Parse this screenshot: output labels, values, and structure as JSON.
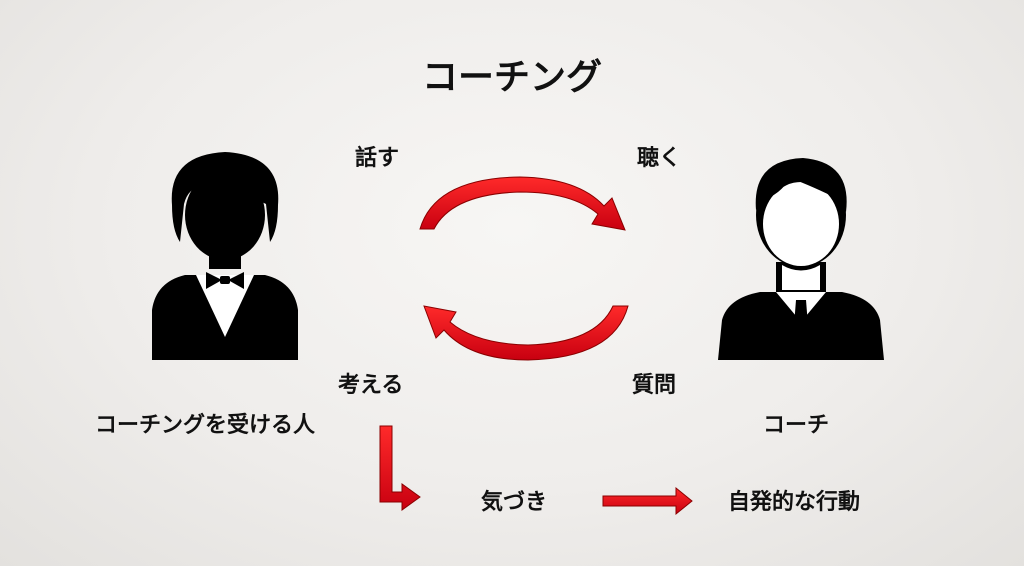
{
  "title": "コーチング",
  "labels": {
    "speak": "話す",
    "listen": "聴く",
    "think": "考える",
    "question": "質問",
    "client": "コーチングを受ける人",
    "coach": "コーチ",
    "insight": "気づき",
    "action": "自発的な行動"
  },
  "icons": {
    "client": "person-bowtie-icon",
    "coach": "person-suit-tie-icon"
  },
  "colors": {
    "arrow": "#e00010",
    "figure": "#000000",
    "background": "#efedeb"
  }
}
